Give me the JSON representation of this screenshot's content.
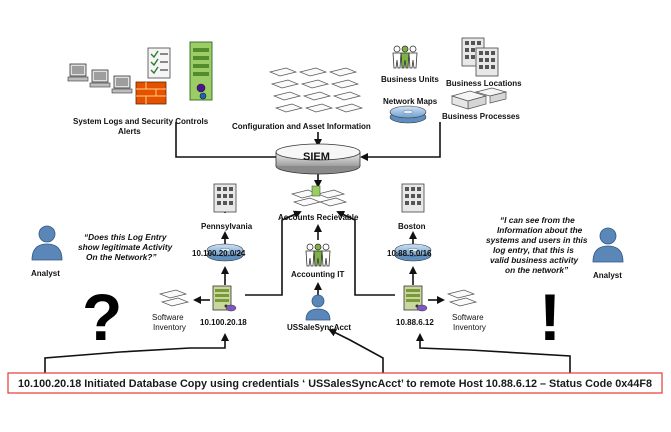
{
  "title": "SIEM",
  "sources": {
    "system_logs": "System Logs and Security Controls",
    "alerts": "Alerts",
    "config_asset": "Configuration and Asset Information",
    "business_units": "Business Units",
    "business_locations": "Business Locations",
    "network_maps": "Network Maps",
    "business_processes": "Business Processes"
  },
  "center": {
    "accounts_receivable": "Accounts Recievable",
    "accounting_it": "Accounting IT",
    "user_account": "USSaleSyncAcct"
  },
  "left_site": {
    "location": "Pennsylvania",
    "subnet": "10.100.20.0/24",
    "host": "10.100.20.18",
    "inventory_line1": "Software",
    "inventory_line2": "Inventory"
  },
  "right_site": {
    "location": "Boston",
    "subnet": "10.88.5.0/16",
    "host": "10.88.6.12",
    "inventory_line1": "Software",
    "inventory_line2": "Inventory"
  },
  "left_analyst": {
    "label": "Analyst",
    "quote_lines": [
      "“Does this Log Entry",
      "show legitimate Activity",
      "On the Network?”"
    ],
    "symbol": "?"
  },
  "right_analyst": {
    "label": "Analyst",
    "quote_lines": [
      "“I can see from the",
      "Information about the",
      "systems and users in this",
      "log entry, that this is",
      "valid business activity",
      "on the network”"
    ],
    "symbol": "!"
  },
  "log_entry": "10.100.20.18 Initiated Database Copy using  credentials ‘ USSalesSyncAcct’ to remote Host 10.88.6.12 – Status Code 0x44F8",
  "colors": {
    "log_border": "#e53935",
    "server_green": "#9ccc65",
    "disk_blue": "#90caf9",
    "person_blue": "#5b86b8"
  }
}
